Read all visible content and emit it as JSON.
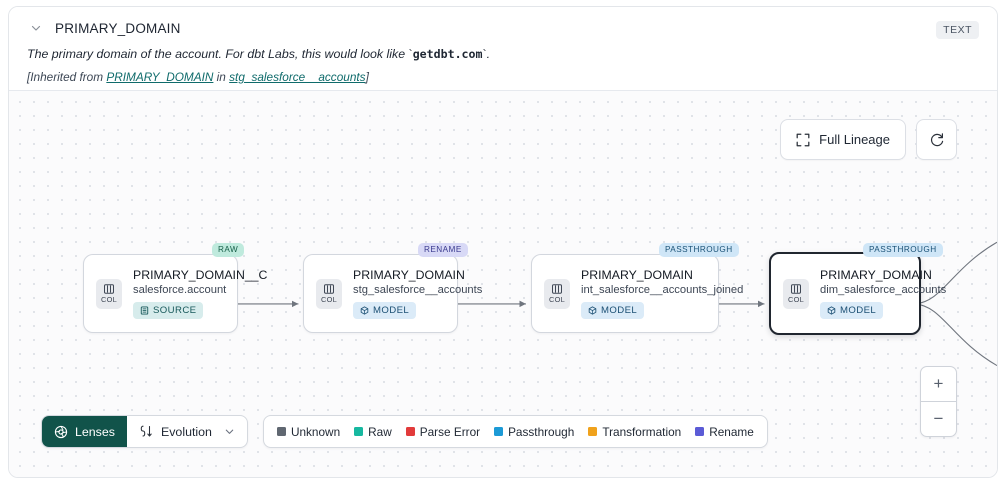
{
  "header": {
    "collapse_icon": "chevron-down-icon",
    "column_name": "PRIMARY_DOMAIN",
    "type_badge": "TEXT",
    "description_prefix": "The primary domain of the account. For dbt Labs, this would look like ",
    "description_code": "getdbt.com",
    "description_suffix": ".",
    "inherit_prefix": "[Inherited from ",
    "inherit_link": "PRIMARY_DOMAIN",
    "inherit_middle": " in ",
    "inherit_source": "stg_salesforce__accounts",
    "inherit_suffix": "]"
  },
  "toolbar": {
    "full_lineage_label": "Full Lineage",
    "full_lineage_icon": "expand-icon",
    "refresh_icon": "refresh-icon"
  },
  "zoom_controls": {
    "zoom_in": "+",
    "zoom_out": "−"
  },
  "nodes": [
    {
      "tag": "RAW",
      "tag_class": "raw",
      "chip": "COL",
      "title": "PRIMARY_DOMAIN__C",
      "subtitle": "salesforce.account",
      "type": "SOURCE",
      "type_class": "source",
      "selected": false
    },
    {
      "tag": "RENAME",
      "tag_class": "rename",
      "chip": "COL",
      "title": "PRIMARY_DOMAIN",
      "subtitle": "stg_salesforce__accounts",
      "type": "MODEL",
      "type_class": "model",
      "selected": false
    },
    {
      "tag": "PASSTHROUGH",
      "tag_class": "passthrough",
      "chip": "COL",
      "title": "PRIMARY_DOMAIN",
      "subtitle": "int_salesforce__accounts_joined",
      "type": "MODEL",
      "type_class": "model",
      "selected": false
    },
    {
      "tag": "PASSTHROUGH",
      "tag_class": "passthrough",
      "chip": "COL",
      "title": "PRIMARY_DOMAIN",
      "subtitle": "dim_salesforce_accounts",
      "type": "MODEL",
      "type_class": "model",
      "selected": true
    }
  ],
  "bottom_bar": {
    "lenses_label": "Lenses",
    "lenses_icon": "aperture-icon",
    "evolution_label": "Evolution",
    "evolution_icon": "evolution-icon",
    "evolution_caret": "⌄",
    "legend": [
      {
        "label": "Unknown",
        "color": "#606771"
      },
      {
        "label": "Raw",
        "color": "#17b8a0"
      },
      {
        "label": "Parse Error",
        "color": "#e23b3b"
      },
      {
        "label": "Passthrough",
        "color": "#1c9ad6"
      },
      {
        "label": "Transformation",
        "color": "#f0a21c"
      },
      {
        "label": "Rename",
        "color": "#5b5bd6"
      }
    ]
  },
  "colors": {
    "accent": "#11534a",
    "link": "#0f6b6b",
    "canvas_bg": "#fbfbfc"
  }
}
